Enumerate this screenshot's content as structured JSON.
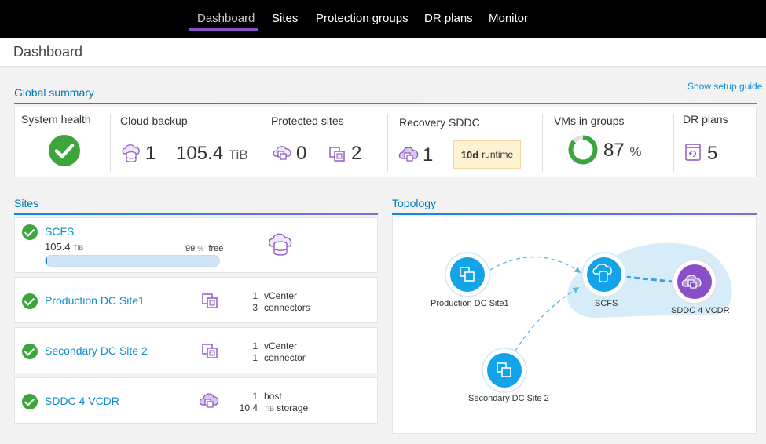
{
  "nav": {
    "items": [
      {
        "label": "Dashboard",
        "active": true
      },
      {
        "label": "Sites"
      },
      {
        "label": "Protection groups"
      },
      {
        "label": "DR plans"
      },
      {
        "label": "Monitor"
      }
    ]
  },
  "page": {
    "title": "Dashboard"
  },
  "summary": {
    "title": "Global summary",
    "setup_link": "Show setup guide",
    "system_health": {
      "label": "System health"
    },
    "cloud_backup": {
      "label": "Cloud backup",
      "count": "1",
      "capacity": "105.4",
      "capacity_unit": "TiB"
    },
    "protected_sites": {
      "label": "Protected sites",
      "count_a": "0",
      "count_b": "2"
    },
    "recovery_sddc": {
      "label": "Recovery SDDC",
      "count": "1",
      "runtime_value": "10d",
      "runtime_label": "runtime"
    },
    "vms_in_groups": {
      "label": "VMs in groups",
      "percent": "87",
      "percent_unit": "%",
      "fraction": 0.87
    },
    "dr_plans": {
      "label": "DR plans",
      "count": "5"
    }
  },
  "sites": {
    "title": "Sites",
    "items": [
      {
        "name": "SCFS",
        "capacity": "105.4",
        "capacity_unit": "TiB",
        "free_pct": "99",
        "free_unit": "%",
        "free_label": "free",
        "used_fraction": 0.01
      },
      {
        "name": "Production DC Site1",
        "line1_n": "1",
        "line1_label": "vCenter",
        "line2_n": "3",
        "line2_label": "connectors"
      },
      {
        "name": "Secondary DC Site 2",
        "line1_n": "1",
        "line1_label": "vCenter",
        "line2_n": "1",
        "line2_label": "connector"
      },
      {
        "name": "SDDC 4 VCDR",
        "line1_n": "1",
        "line1_label": "host",
        "line2_n": "10.4",
        "line2_unit": "TiB",
        "line2_label": "storage"
      }
    ]
  },
  "topology": {
    "title": "Topology",
    "nodes": [
      {
        "label": "Production DC Site1"
      },
      {
        "label": "SCFS"
      },
      {
        "label": "SDDC 4 VCDR"
      },
      {
        "label": "Secondary DC Site 2"
      }
    ]
  },
  "colors": {
    "accent_blue": "#0f8ccf",
    "accent_purple": "#8a4fc7",
    "health_green": "#3ca53c"
  }
}
